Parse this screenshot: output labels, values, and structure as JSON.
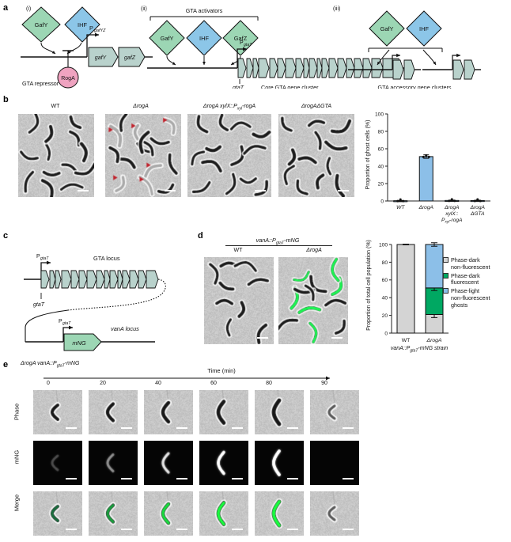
{
  "figure": {
    "panels": [
      "a",
      "b",
      "c",
      "d",
      "e"
    ]
  },
  "panel_a": {
    "letter": "a",
    "subpanels": [
      {
        "roman": "(i)",
        "nodes": [
          {
            "name": "GafY",
            "shape": "diamond",
            "color": "#9cd6b4"
          },
          {
            "name": "IHF",
            "shape": "diamond",
            "color": "#8cc6e8"
          },
          {
            "name": "RogA",
            "shape": "circle",
            "color": "#efa3c0"
          }
        ],
        "promoter": "P",
        "promoter_sub": "gafYZ",
        "genes": [
          "gafY",
          "gafZ"
        ],
        "caption": "GTA repressor"
      },
      {
        "roman": "(ii)",
        "bracket_label": "GTA activators",
        "nodes": [
          {
            "name": "GafY",
            "shape": "diamond",
            "color": "#9cd6b4"
          },
          {
            "name": "IHF",
            "shape": "diamond",
            "color": "#8cc6e8"
          },
          {
            "name": "GafZ",
            "shape": "diamond",
            "color": "#9cd6b4"
          }
        ],
        "promoter": "P",
        "promoter_sub": "gtaT",
        "gene_first": "gtaT",
        "caption": "Core GTA gene cluster"
      },
      {
        "roman": "(iii)",
        "nodes": [
          {
            "name": "GafY",
            "shape": "diamond",
            "color": "#9cd6b4"
          },
          {
            "name": "IHF",
            "shape": "diamond",
            "color": "#8cc6e8"
          }
        ],
        "caption": "GTA accessory gene clusters"
      }
    ]
  },
  "panel_b": {
    "letter": "b",
    "micrograph_labels": [
      {
        "plain": "WT"
      },
      {
        "plain": "ΔrogA"
      },
      {
        "plain": "ΔrogA xylX::P",
        "sub": "xyl",
        "tail": "-rogA"
      },
      {
        "plain": "ΔrogAΔGTA"
      }
    ],
    "chart_data": {
      "type": "bar",
      "title": "",
      "ylabel": "Proportion of ghost cells (%)",
      "xlabel": "",
      "ylim": [
        0,
        100
      ],
      "yticks": [
        0,
        20,
        40,
        60,
        80,
        100
      ],
      "categories": [
        "WT",
        "ΔrogA",
        "ΔrogA xylX::Pxyl-rogA",
        "ΔrogAΔGTA"
      ],
      "category_lines": [
        [
          "WT"
        ],
        [
          "ΔrogA"
        ],
        [
          "ΔrogA",
          "xylX::",
          "Pxyl-rogA"
        ],
        [
          "ΔrogA",
          "ΔGTA"
        ]
      ],
      "values": [
        0.3,
        51.0,
        0.6,
        0.5
      ],
      "errors": [
        0.3,
        2.0,
        0.4,
        0.4
      ],
      "bar_color": "#8cbfe8",
      "grid": false,
      "legend": "none"
    }
  },
  "panel_c": {
    "letter": "c",
    "promoter1": "P",
    "promoter1_sub": "gtaT",
    "locus_label": "GTA locus",
    "gene_label": "gtaT",
    "promoter2": "P",
    "promoter2_sub": "gtaT",
    "reporter_gene": "mNG",
    "reporter_locus": "vanA locus",
    "reporter_color": "#9cd6b4"
  },
  "panel_d": {
    "letter": "d",
    "header": "vanA::P",
    "header_sub": "gtaT",
    "header_tail": "-mNG",
    "micrograph_labels": [
      "WT",
      "ΔrogA"
    ],
    "chart_data": {
      "type": "bar",
      "subtype": "stacked",
      "title": "",
      "ylabel": "Proportion of total cell population (%)",
      "xlabel": "vanA::PgtaT-mNG strain",
      "xlabel_parts": {
        "pre": "vanA::P",
        "sub": "gtaT",
        "post": "-mNG strain"
      },
      "ylim": [
        0,
        100
      ],
      "yticks": [
        0,
        20,
        40,
        60,
        80,
        100
      ],
      "categories": [
        "WT",
        "ΔrogA"
      ],
      "series": [
        {
          "name": "Phase-dark non-fluorescent",
          "color": "#d4d4d4",
          "values": [
            100,
            21
          ]
        },
        {
          "name": "Phase-dark fluorescent",
          "color": "#00a862",
          "values": [
            0,
            30
          ]
        },
        {
          "name": "Phase-light non-fluorescent ghosts",
          "color": "#8cbfe8",
          "values": [
            0,
            49
          ]
        }
      ],
      "errors": [
        [
          0.4,
          3.5
        ],
        [
          0,
          3.0
        ],
        [
          0,
          2.0
        ]
      ],
      "legend": [
        {
          "color": "#d4d4d4",
          "lines": [
            "Phase-dark",
            "non-fluorescent"
          ]
        },
        {
          "color": "#00a862",
          "lines": [
            "Phase-dark",
            "fluorescent"
          ]
        },
        {
          "color": "#8cbfe8",
          "lines": [
            "Phase-light",
            "non-fluorescent",
            "ghosts"
          ]
        }
      ],
      "legend_position": "right",
      "grid": false
    }
  },
  "panel_e": {
    "letter": "e",
    "strain": "ΔrogA vanA::P",
    "strain_sub": "gtaT",
    "strain_tail": "-mNG",
    "axis_title": "Time (min)",
    "timepoints": [
      "0",
      "20",
      "40",
      "60",
      "80",
      "90"
    ],
    "row_labels": [
      "Phase",
      "mNG",
      "Merge"
    ],
    "mng_intensity": [
      0.22,
      0.42,
      0.68,
      0.9,
      1.0,
      0.0
    ]
  }
}
